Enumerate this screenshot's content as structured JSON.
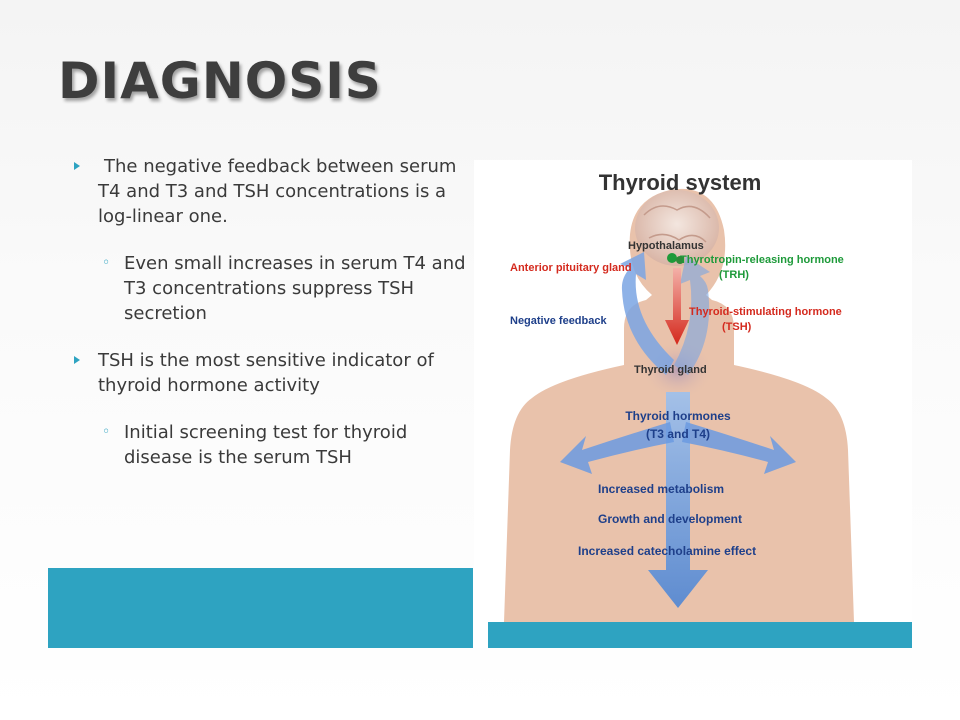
{
  "slide": {
    "title": "DIAGNOSIS",
    "bullets": [
      {
        "level": 1,
        "text": "The negative feedback between serum T4 and T3 and TSH concentrations is a log-linear one."
      },
      {
        "level": 2,
        "text": "Even small increases in serum T4 and T3 concentrations suppress TSH secretion"
      },
      {
        "level": 1,
        "text": "TSH is the most sensitive indicator of thyroid hormone activity"
      },
      {
        "level": 2,
        "text": "Initial screening test for thyroid disease is the serum TSH"
      }
    ]
  },
  "diagram": {
    "title": "Thyroid system",
    "labels": {
      "hypothalamus": "Hypothalamus",
      "anterior_pituitary": "Anterior pituitary gland",
      "trh_line1": "Thyrotropin-releasing hormone",
      "trh_line2": "(TRH)",
      "negative_feedback": "Negative feedback",
      "tsh_line1": "Thyroid-stimulating hormone",
      "tsh_line2": "(TSH)",
      "thyroid_gland": "Thyroid gland",
      "hormones_line1": "Thyroid hormones",
      "hormones_line2": "(T3 and T4)",
      "effect1": "Increased metabolism",
      "effect2": "Growth and development",
      "effect3": "Increased catecholamine effect"
    },
    "colors": {
      "body": "#e9c2ab",
      "blue_arrow": "#5b8fd6",
      "label_blue": "#1e3f8a",
      "label_red": "#d42a1e",
      "label_green": "#1e9a3a",
      "label_dark": "#333333"
    }
  },
  "theme": {
    "accent": "#2ea3c1",
    "title_color": "#3e3e3e",
    "text_color": "#3a3a3a"
  }
}
